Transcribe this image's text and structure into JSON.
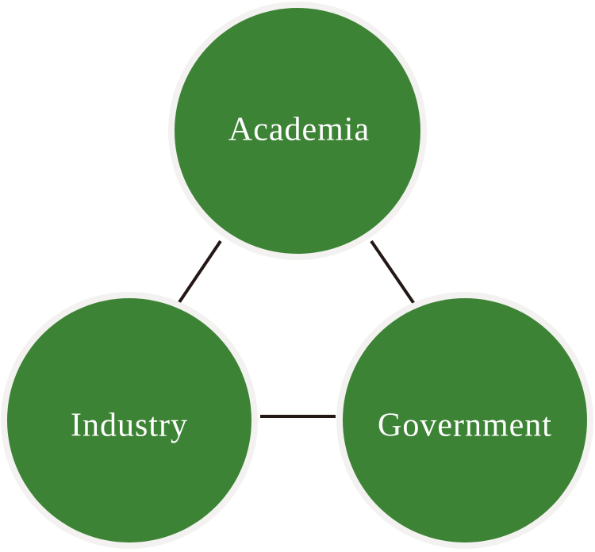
{
  "diagram": {
    "nodes": {
      "academia": {
        "label": "Academia"
      },
      "industry": {
        "label": "Industry"
      },
      "government": {
        "label": "Government"
      }
    },
    "colors": {
      "node_fill": "#3d8335",
      "node_ring": "#f3f2f1",
      "connector": "#231815",
      "label": "#ffffff"
    }
  }
}
